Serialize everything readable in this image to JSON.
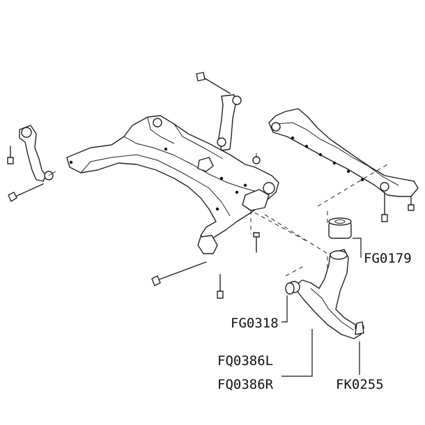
{
  "labels": {
    "fg0179": "FG0179",
    "fg0318": "FG0318",
    "fq0386l": "FQ0386L",
    "fq0386r": "FQ0386R",
    "fk0255": "FK0255"
  }
}
